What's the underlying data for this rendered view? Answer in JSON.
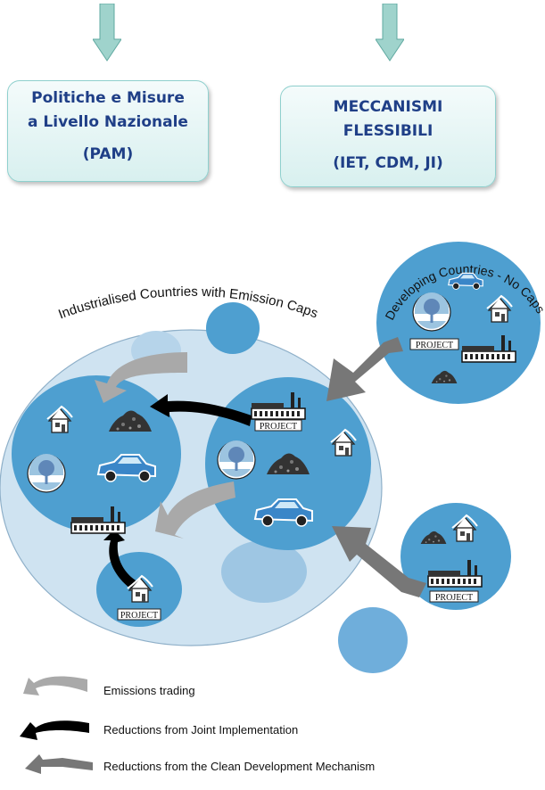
{
  "boxes": {
    "national": {
      "line1": "Politiche e Misure",
      "line2": "a Livello Nazionale",
      "line3": "(PAM)"
    },
    "flexible": {
      "line1": "MECCANISMI",
      "line2": "FLESSIBILI",
      "line3": "(IET, CDM, JI)"
    }
  },
  "diagram": {
    "industrialised_label": "Industrialised Countries with Emission Caps",
    "developing_label": "Developing Countries - No Caps",
    "project_label": "PROJECT"
  },
  "legend": {
    "emissions_trading": "Emissions trading",
    "joint_implementation": "Reductions from Joint Implementation",
    "cdm": "Reductions from the Clean Development Mechanism"
  },
  "colors": {
    "arrow_fill": "#9fd3cc",
    "box_text": "#1f3f87",
    "big_circle": "#cfe3f1",
    "country_circle": "#4e9fd0",
    "light_gray_arrow": "#a9a9a9",
    "dark_gray_arrow": "#777777",
    "black_arrow": "#000000"
  }
}
